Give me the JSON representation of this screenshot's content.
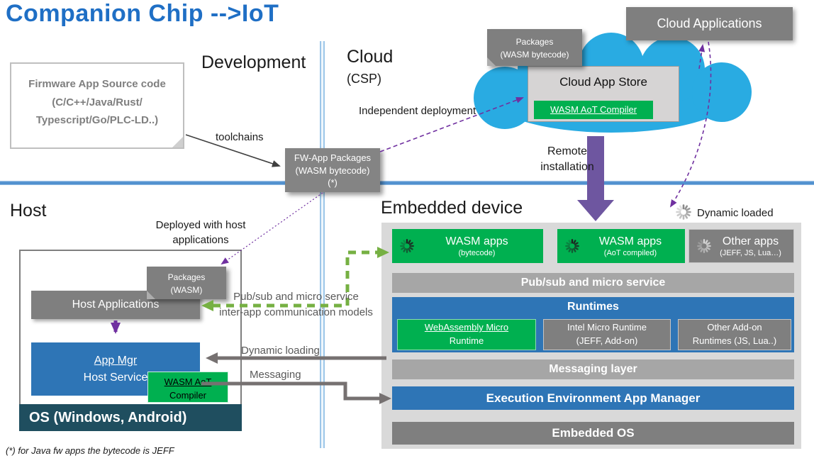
{
  "title": "Companion Chip -->IoT",
  "headings": {
    "development": "Development",
    "cloud": "Cloud",
    "cloud_sub": "(CSP)",
    "host": "Host",
    "embedded_device": "Embedded device"
  },
  "development": {
    "firmware_source": {
      "line1": "Firmware App Source code",
      "line2": "(C/C++/Java/Rust/",
      "line3": "Typescript/Go/PLC-LD..)"
    },
    "toolchains": "toolchains",
    "fw_app_packages": {
      "line1": "FW-App Packages",
      "line2": "(WASM bytecode)",
      "line3": "(*)"
    },
    "deployed_with_host": "Deployed with host applications"
  },
  "cloud_area": {
    "packages_note": {
      "line1": "Packages",
      "line2": "(WASM bytecode)"
    },
    "cloud_applications": "Cloud Applications",
    "cloud_app_store": "Cloud App Store",
    "wasm_aot_compiler": "WASM AoT Compiler",
    "independent_deployment": "Independent deployment",
    "remote_installation_line1": "Remote",
    "remote_installation_line2": "installation"
  },
  "host_area": {
    "packages_note": {
      "line1": "Packages",
      "line2": "(WASM)"
    },
    "host_applications": "Host Applications",
    "app_mgr_line1": "App Mgr",
    "app_mgr_line2": "Host Service",
    "wasm_aot_line1": "WASM AoT",
    "wasm_aot_line2": "Compiler",
    "os_bar": "OS (Windows, Android)"
  },
  "middle_labels": {
    "pubsub_line1": "Pub/sub and micro service",
    "pubsub_line2": "inter-app communication models",
    "dynamic_loading": "Dynamic loading",
    "messaging": "Messaging"
  },
  "embedded": {
    "dynamic_loaded": "Dynamic loaded",
    "apps": [
      {
        "title": "WASM apps",
        "subtitle": "(bytecode)"
      },
      {
        "title": "WASM apps",
        "subtitle": "(AoT compiled)"
      },
      {
        "title": "Other apps",
        "subtitle": "(JEFF, JS, Lua…)"
      }
    ],
    "pubsub_bar": "Pub/sub and micro service",
    "runtimes_header": "Runtimes",
    "runtimes": [
      {
        "line1": "WebAssembly Micro",
        "line2": "Runtime"
      },
      {
        "line1": "Intel Micro Runtime",
        "line2": "(JEFF, Add-on)"
      },
      {
        "line1": "Other Add-on",
        "line2": "Runtimes (JS, Lua..)"
      }
    ],
    "messaging_layer": "Messaging layer",
    "exec_env": "Execution Environment App Manager",
    "embedded_os": "Embedded OS"
  },
  "footnote": "(*) for Java fw apps the bytecode is JEFF",
  "colors": {
    "title_blue": "#1f6fc5",
    "accent_green": "#00b050",
    "accent_blue": "#2e75b6",
    "box_gray": "#7f7f7f",
    "bar_gray": "#a6a6a6",
    "panel_gray": "#d9d9d9",
    "os_teal": "#1f4e5f",
    "purple": "#7030a0",
    "block_arrow_purple": "#6e56a0",
    "cloud_cyan": "#29abe2",
    "green_arrow": "#76b043",
    "gray_arrow": "#767171"
  }
}
